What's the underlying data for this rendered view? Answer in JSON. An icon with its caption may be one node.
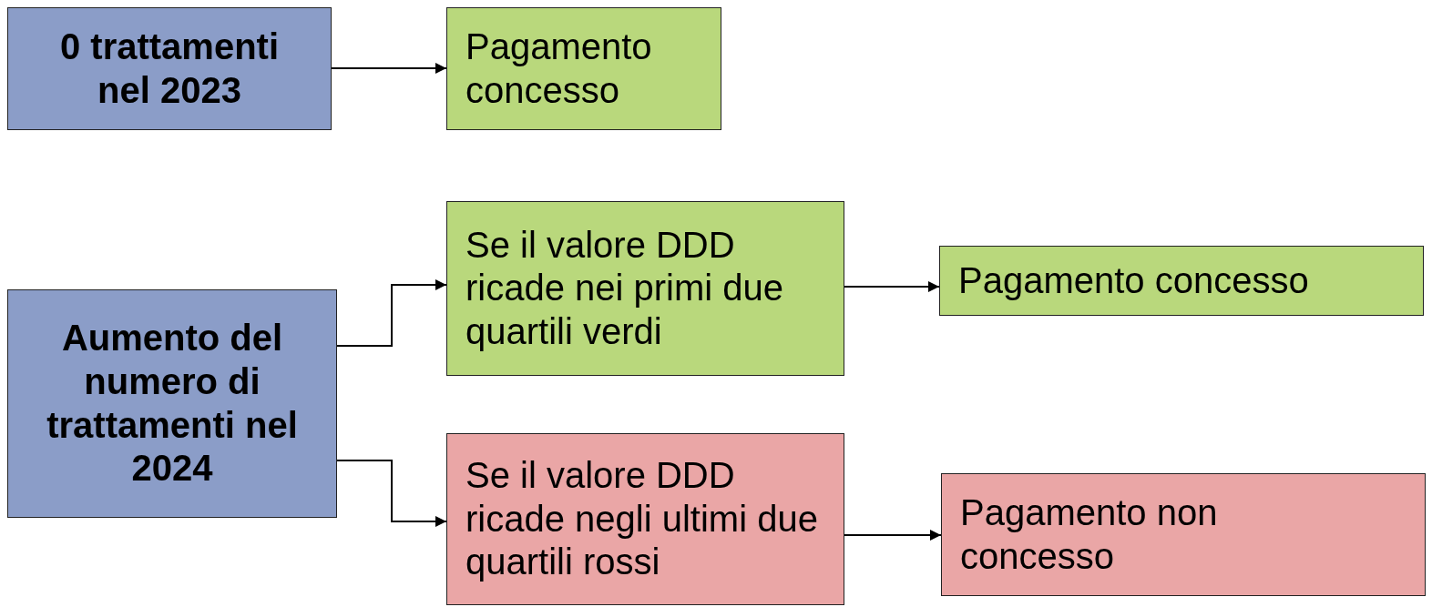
{
  "diagram": {
    "nodes": [
      {
        "text": [
          "0 trattamenti nel 2023"
        ]
      },
      {
        "text": [
          "Pagamento concesso"
        ]
      },
      {
        "text": [
          "Aumento del numero di trattamenti nel 2024"
        ]
      },
      {
        "text": [
          "Se il valore DDD ricade nei primi due quartili verdi"
        ]
      },
      {
        "text": [
          "Pagamento concesso"
        ]
      },
      {
        "text": [
          "Se il valore DDD ricade negli ultimi due quartili rossi"
        ]
      },
      {
        "text": [
          "Pagamento non concesso"
        ]
      }
    ],
    "edges": [
      {
        "from": 0,
        "to": 1,
        "arrow": "to"
      },
      {
        "from": 2,
        "to": 3,
        "arrow": "to"
      },
      {
        "from": 2,
        "to": 5,
        "arrow": "to"
      },
      {
        "from": 3,
        "to": 4,
        "arrow": "to"
      },
      {
        "from": 5,
        "to": 6,
        "arrow": "to"
      }
    ]
  }
}
